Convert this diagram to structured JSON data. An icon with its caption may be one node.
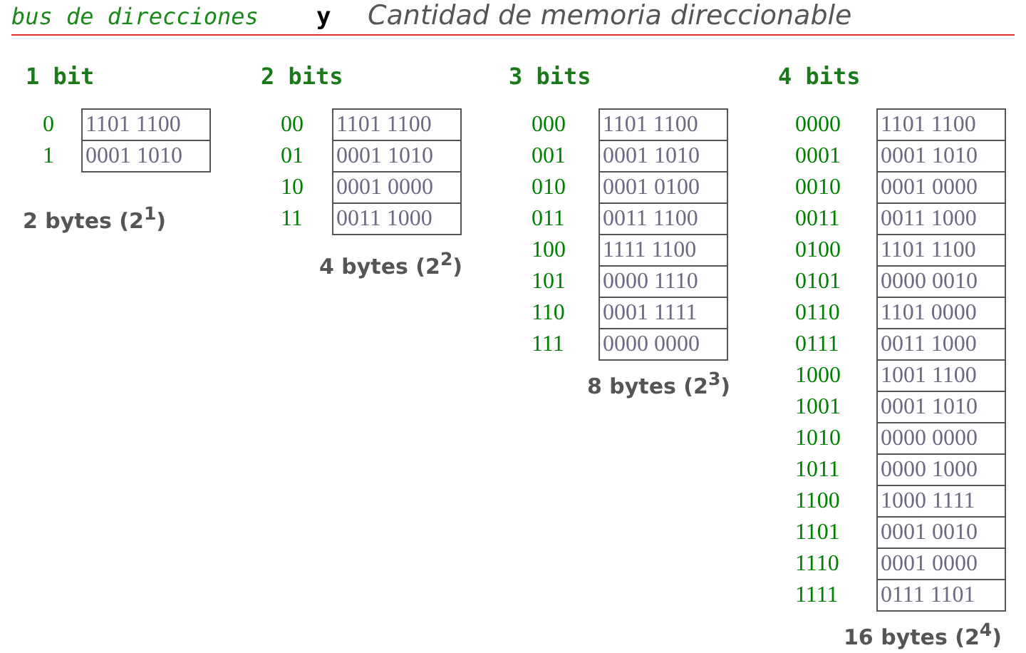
{
  "diagram": {
    "nodes": [
      {
        "text": [
          "1101 1100"
        ],
        "beside": [
          "0"
        ]
      },
      {
        "text": [
          "0001 1010"
        ],
        "beside": [
          "1"
        ]
      },
      {
        "text": [
          "1101 1100"
        ],
        "beside": [
          "00"
        ]
      },
      {
        "text": [
          "0001 1010"
        ],
        "beside": [
          "01"
        ]
      },
      {
        "text": [
          "0001 0000"
        ],
        "beside": [
          "10"
        ]
      },
      {
        "text": [
          "0011 1000"
        ],
        "beside": [
          "11"
        ]
      },
      {
        "text": [
          "1101 1100"
        ],
        "beside": [
          "000"
        ]
      },
      {
        "text": [
          "0001 1010"
        ],
        "beside": [
          "001"
        ]
      },
      {
        "text": [
          "0001 0100"
        ],
        "beside": [
          "010"
        ]
      },
      {
        "text": [
          "0011 1100"
        ],
        "beside": [
          "011"
        ]
      },
      {
        "text": [
          "1111 1100"
        ],
        "beside": [
          "100"
        ]
      },
      {
        "text": [
          "0000 1110"
        ],
        "beside": [
          "101"
        ]
      },
      {
        "text": [
          "0001 1111"
        ],
        "beside": [
          "110"
        ]
      },
      {
        "text": [
          "0000 0000"
        ],
        "beside": [
          "111"
        ]
      },
      {
        "text": [
          "1101 1100"
        ],
        "beside": [
          "0000"
        ]
      },
      {
        "text": [
          "0001 1010"
        ],
        "beside": [
          "0001"
        ]
      },
      {
        "text": [
          "0001 0000"
        ],
        "beside": [
          "0010"
        ]
      },
      {
        "text": [
          "0011 1000"
        ],
        "beside": [
          "0011"
        ]
      },
      {
        "text": [
          "1101 1100"
        ],
        "beside": [
          "0100"
        ]
      },
      {
        "text": [
          "0000 0010"
        ],
        "beside": [
          "0101"
        ]
      },
      {
        "text": [
          "1101 0000"
        ],
        "beside": [
          "0110"
        ]
      },
      {
        "text": [
          "0011 1000"
        ],
        "beside": [
          "0111"
        ]
      },
      {
        "text": [
          "1001 1100"
        ],
        "beside": [
          "1000"
        ]
      },
      {
        "text": [
          "0001 1010"
        ],
        "beside": [
          "1001"
        ]
      },
      {
        "text": [
          "0000 0000"
        ],
        "beside": [
          "1010"
        ]
      },
      {
        "text": [
          "0000 1000"
        ],
        "beside": [
          "1011"
        ]
      },
      {
        "text": [
          "1000 1111"
        ],
        "beside": [
          "1100"
        ]
      },
      {
        "text": [
          "0001 0010"
        ],
        "beside": [
          "1101"
        ]
      },
      {
        "text": [
          "0001 0000"
        ],
        "beside": [
          "1110"
        ]
      },
      {
        "text": [
          "0111 1101"
        ],
        "beside": [
          "1111"
        ]
      }
    ],
    "edges": [],
    "labels": [
      "bus de direcciones",
      "y",
      "Cantidad de memoria direccionable",
      "1 bit",
      "2 bits",
      "3 bits",
      "4 bits",
      "2 bytes (2$^{1}$)",
      "4 bytes (2$^{2}$)",
      "8 bytes (2$^{3}$)",
      "16 bytes (2$^{4}$)"
    ]
  }
}
